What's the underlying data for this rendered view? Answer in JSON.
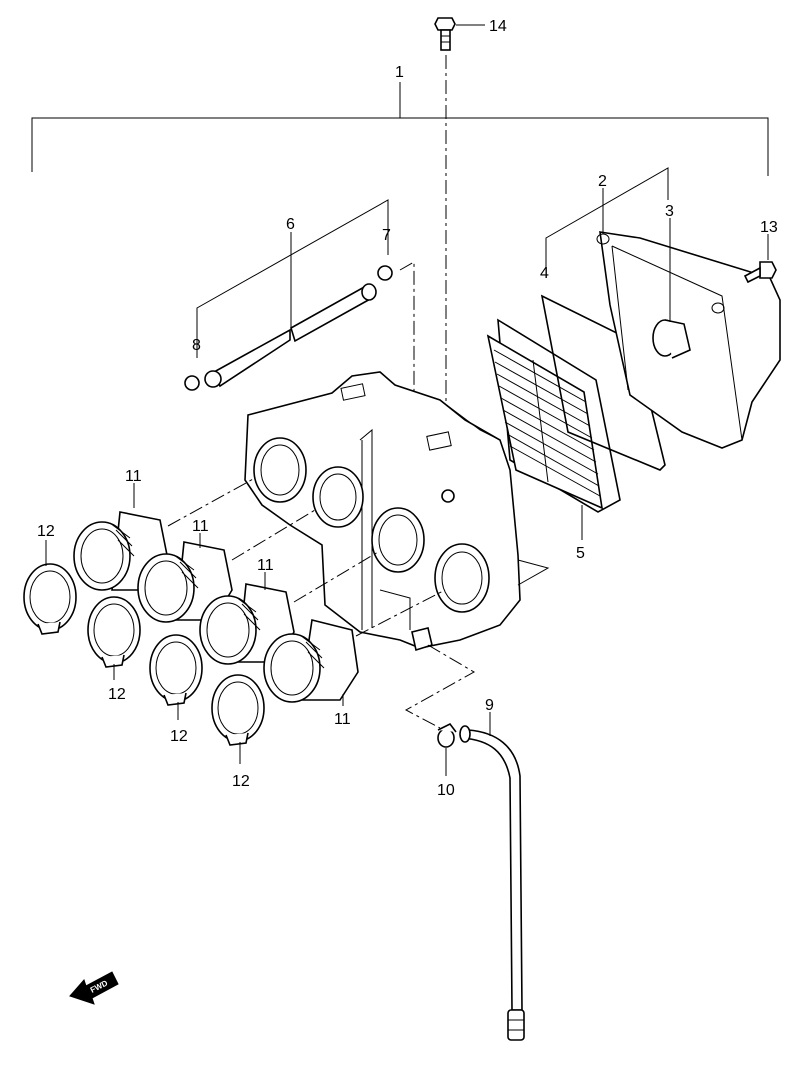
{
  "callouts": {
    "c1": "1",
    "c2": "2",
    "c3": "3",
    "c4": "4",
    "c5": "5",
    "c6": "6",
    "c7": "7",
    "c8": "8",
    "c9": "9",
    "c10": "10",
    "c11a": "11",
    "c11b": "11",
    "c11c": "11",
    "c11d": "11",
    "c12a": "12",
    "c12b": "12",
    "c12c": "12",
    "c12d": "12",
    "c13": "13",
    "c14": "14"
  },
  "fwd_label": "FWD"
}
